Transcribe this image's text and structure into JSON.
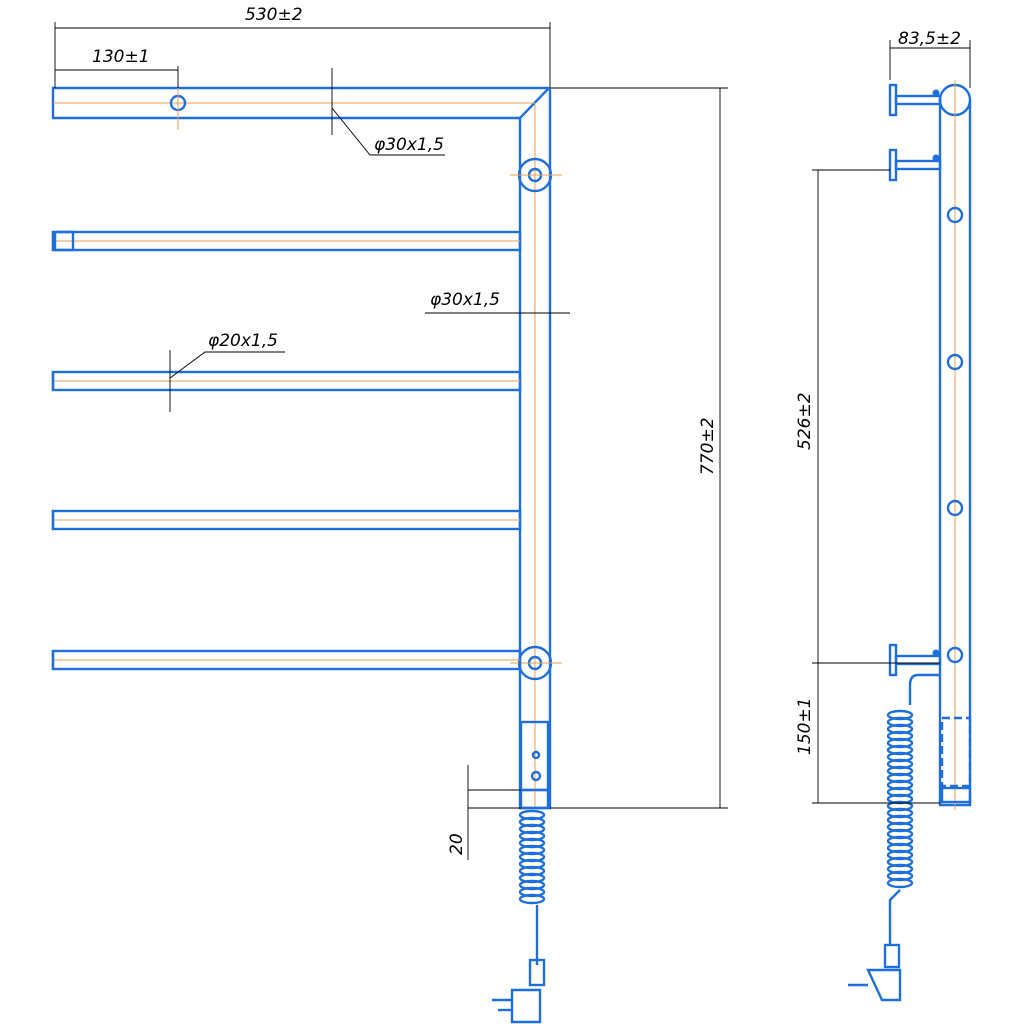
{
  "front_view": {
    "dim_overall_width": "530±2",
    "dim_bracket_offset": "130±1",
    "dim_top_tube": "φ30x1,5",
    "dim_vertical_tube": "φ30x1,5",
    "dim_bar_tube": "φ20x1,5",
    "dim_height": "770±2",
    "dim_controller": "20"
  },
  "side_view": {
    "dim_depth": "83,5±2",
    "dim_mount_spacing": "526±2",
    "dim_bottom_mount": "150±1"
  },
  "colors": {
    "outline": "#1e6fdc",
    "centerline": "#e8a050",
    "dimension": "#000000"
  }
}
